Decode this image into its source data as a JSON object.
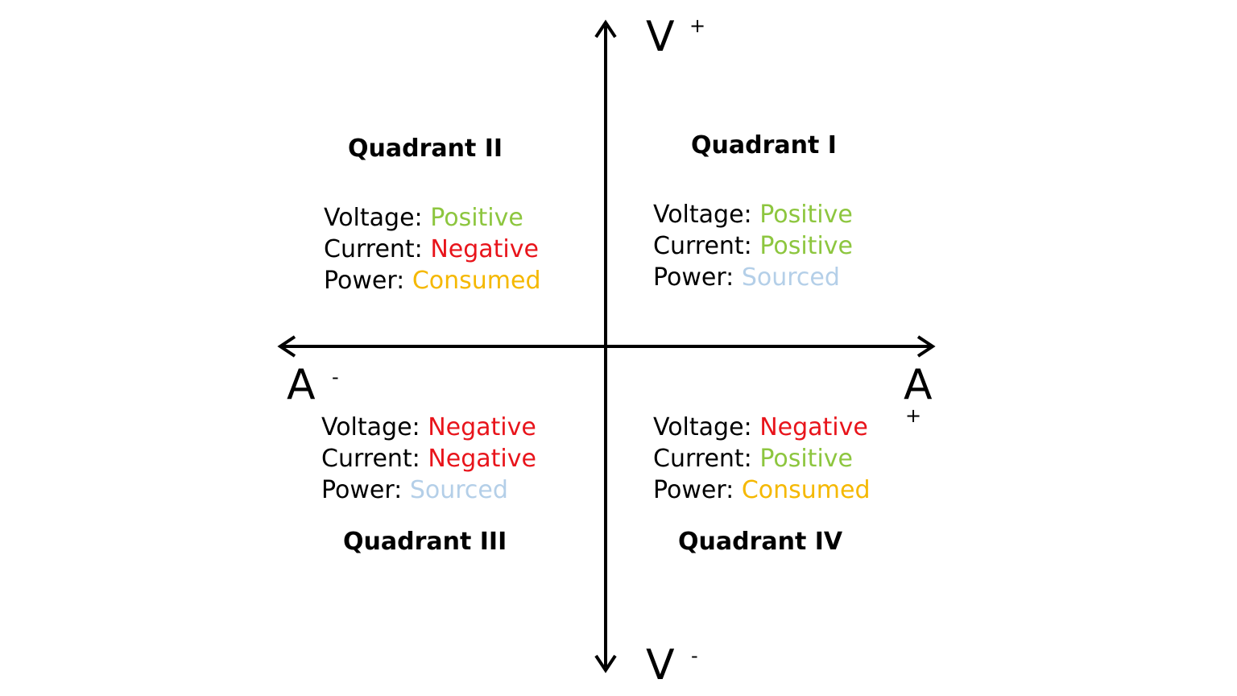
{
  "colors": {
    "axis": "#000000",
    "positive": "#8dc63f",
    "negative": "#e8141b",
    "consumed": "#f5b800",
    "sourced": "#b4cfe8"
  },
  "axes": {
    "v_top": {
      "letter": "V",
      "sign": "+"
    },
    "v_bottom": {
      "letter": "V",
      "sign": "-"
    },
    "a_left": {
      "letter": "A",
      "sign": "-"
    },
    "a_right": {
      "letter": "A",
      "sign": "+"
    }
  },
  "quadrants": {
    "q1": {
      "title": "Quadrant I",
      "rows": [
        {
          "label": "Voltage:",
          "value": "Positive",
          "kind": "positive"
        },
        {
          "label": "Current:",
          "value": "Positive",
          "kind": "positive"
        },
        {
          "label": "Power:",
          "value": "Sourced",
          "kind": "sourced"
        }
      ]
    },
    "q2": {
      "title": "Quadrant II",
      "rows": [
        {
          "label": "Voltage:",
          "value": "Positive",
          "kind": "positive"
        },
        {
          "label": "Current:",
          "value": "Negative",
          "kind": "negative"
        },
        {
          "label": "Power:",
          "value": "Consumed",
          "kind": "consumed"
        }
      ]
    },
    "q3": {
      "title": "Quadrant III",
      "rows": [
        {
          "label": "Voltage:",
          "value": "Negative",
          "kind": "negative"
        },
        {
          "label": "Current:",
          "value": "Negative",
          "kind": "negative"
        },
        {
          "label": "Power:",
          "value": "Sourced",
          "kind": "sourced"
        }
      ]
    },
    "q4": {
      "title": "Quadrant IV",
      "rows": [
        {
          "label": "Voltage:",
          "value": "Negative",
          "kind": "negative"
        },
        {
          "label": "Current:",
          "value": "Positive",
          "kind": "positive"
        },
        {
          "label": "Power:",
          "value": "Consumed",
          "kind": "consumed"
        }
      ]
    }
  }
}
